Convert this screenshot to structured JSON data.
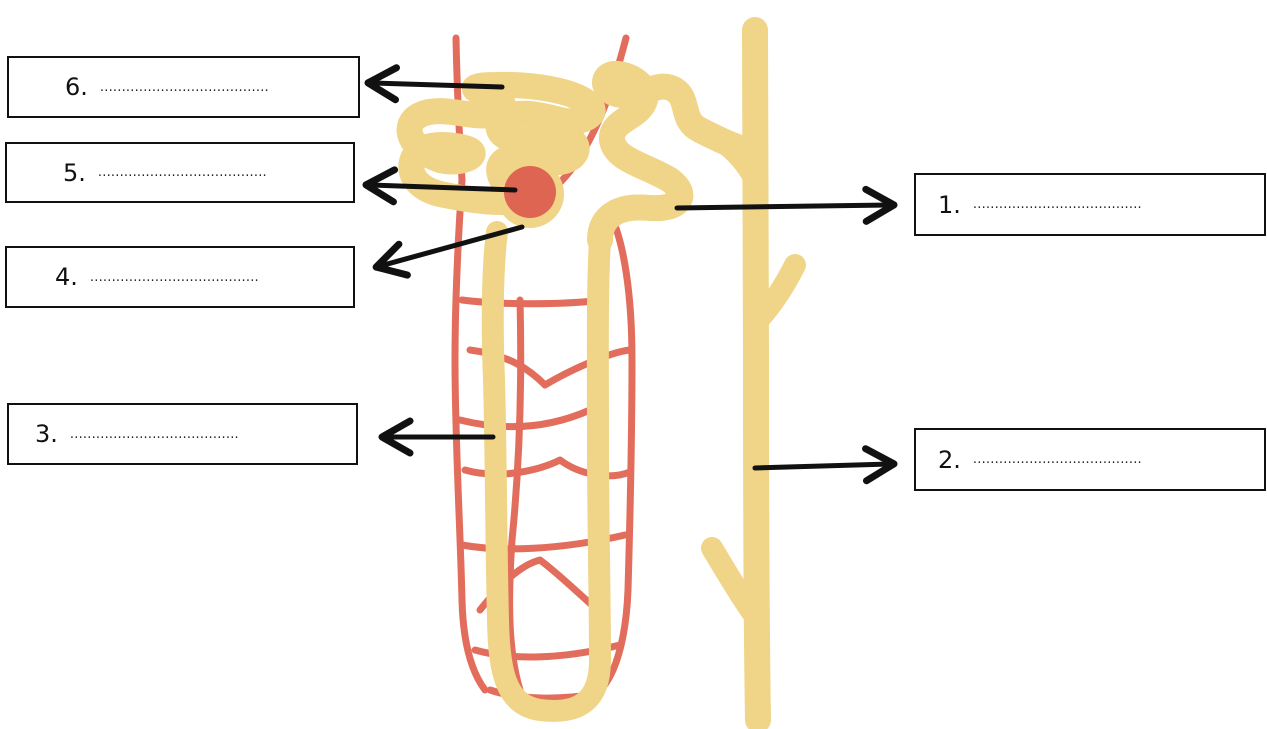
{
  "diagram": {
    "labels": [
      {
        "id": "6",
        "number": "6.",
        "dots": "......................................."
      },
      {
        "id": "5",
        "number": "5.",
        "dots": "......................................."
      },
      {
        "id": "4",
        "number": "4.",
        "dots": "......................................."
      },
      {
        "id": "3",
        "number": "3.",
        "dots": "......................................."
      },
      {
        "id": "1",
        "number": "1.",
        "dots": "......................................."
      },
      {
        "id": "2",
        "number": "2.",
        "dots": "......................................."
      }
    ],
    "colors": {
      "tubule": "#f0d488",
      "capillary": "#e26d5c",
      "glomerulus": "#dd6552",
      "arrow": "#111111",
      "box_border": "#111111"
    }
  }
}
